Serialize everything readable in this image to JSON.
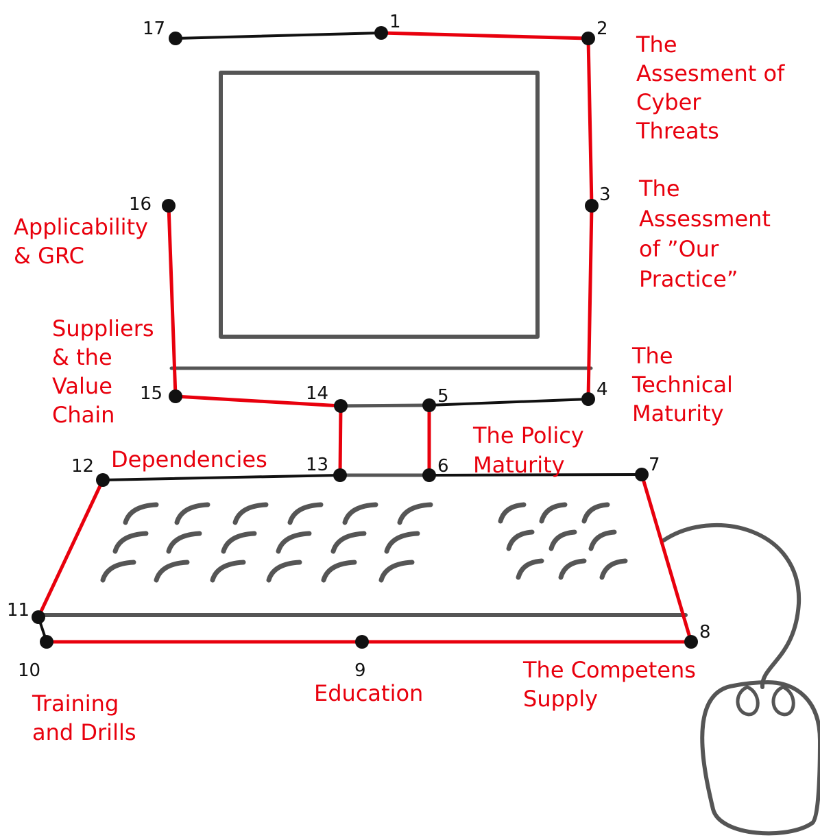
{
  "colors": {
    "drawing": "#555555",
    "dots": "#111111",
    "connector_red": "#e8000d",
    "connector_black": "#111111",
    "label": "#e8000d"
  },
  "points": [
    {
      "id": "1",
      "label": "1"
    },
    {
      "id": "2",
      "label": "2"
    },
    {
      "id": "3",
      "label": "3"
    },
    {
      "id": "4",
      "label": "4"
    },
    {
      "id": "5",
      "label": "5"
    },
    {
      "id": "6",
      "label": "6"
    },
    {
      "id": "7",
      "label": "7"
    },
    {
      "id": "8",
      "label": "8"
    },
    {
      "id": "9",
      "label": "9"
    },
    {
      "id": "10",
      "label": "10"
    },
    {
      "id": "11",
      "label": "11"
    },
    {
      "id": "12",
      "label": "12"
    },
    {
      "id": "13",
      "label": "13"
    },
    {
      "id": "14",
      "label": "14"
    },
    {
      "id": "15",
      "label": "15"
    },
    {
      "id": "16",
      "label": "16"
    },
    {
      "id": "17",
      "label": "17"
    }
  ],
  "connections": [
    {
      "from": "17",
      "to": "1",
      "style": "black"
    },
    {
      "from": "1",
      "to": "2",
      "style": "red"
    },
    {
      "from": "2",
      "to": "3",
      "style": "red"
    },
    {
      "from": "3",
      "to": "4",
      "style": "red"
    },
    {
      "from": "4",
      "to": "5",
      "style": "black"
    },
    {
      "from": "5",
      "to": "6",
      "style": "red"
    },
    {
      "from": "6",
      "to": "7",
      "style": "black"
    },
    {
      "from": "7",
      "to": "8",
      "style": "red"
    },
    {
      "from": "8",
      "to": "9",
      "style": "red"
    },
    {
      "from": "9",
      "to": "10",
      "style": "red"
    },
    {
      "from": "10",
      "to": "11",
      "style": "black"
    },
    {
      "from": "11",
      "to": "12",
      "style": "red"
    },
    {
      "from": "12",
      "to": "13",
      "style": "black"
    },
    {
      "from": "13",
      "to": "14",
      "style": "red"
    },
    {
      "from": "14",
      "to": "15",
      "style": "red"
    },
    {
      "from": "15",
      "to": "16",
      "style": "red"
    },
    {
      "from": "14",
      "to": "5",
      "style": "gray"
    },
    {
      "from": "13",
      "to": "6",
      "style": "gray"
    }
  ],
  "labels": {
    "cyber_threats": [
      "The",
      "Assesment of",
      "Cyber",
      "Threats"
    ],
    "our_practice": [
      "The",
      "Assessment",
      "of ”Our",
      "Practice”"
    ],
    "technical_maturity": [
      "The",
      "Technical",
      "Maturity"
    ],
    "policy_maturity": [
      "The Policy",
      "Maturity"
    ],
    "dependencies": [
      "Dependencies"
    ],
    "competens_supply": [
      "The Competens",
      "Supply"
    ],
    "education": [
      "Education"
    ],
    "training_drills": [
      "Training",
      "and Drills"
    ],
    "suppliers_value_chain": [
      "Suppliers",
      "& the",
      "Value",
      "Chain"
    ],
    "applicability_grc": [
      "Applicability",
      "& GRC"
    ]
  }
}
